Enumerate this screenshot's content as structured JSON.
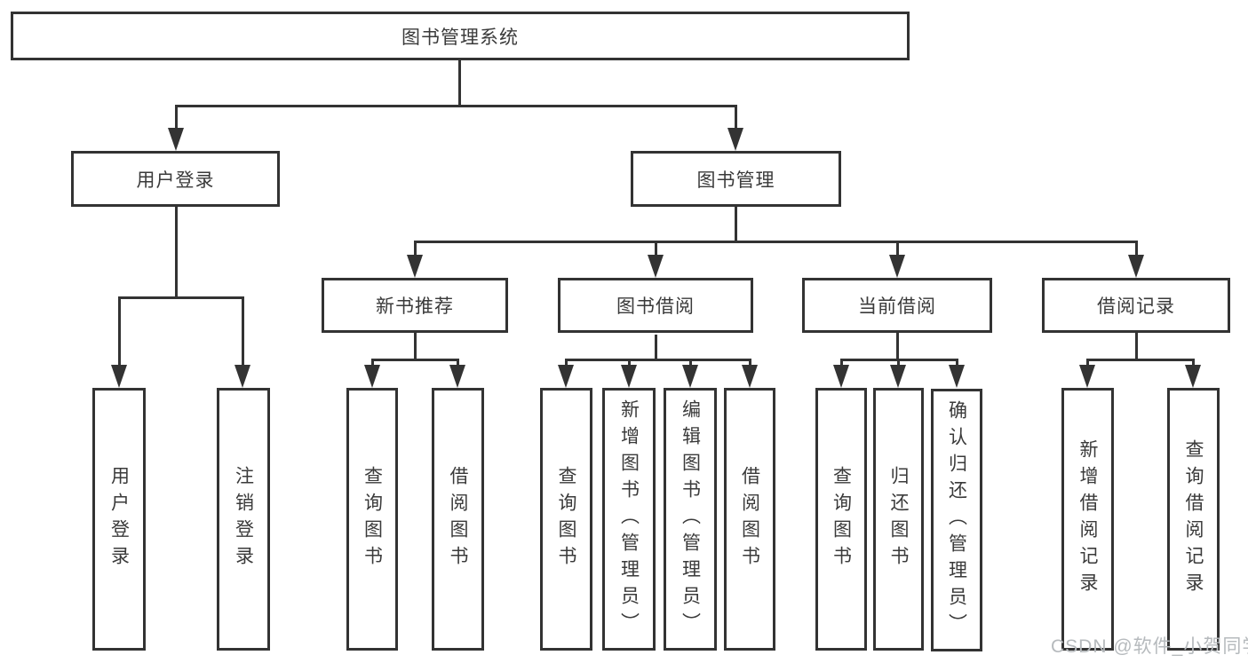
{
  "nodes": {
    "root": "图书管理系统",
    "user_login": "用户登录",
    "book_mgmt": "图书管理",
    "new_book_rec": "新书推荐",
    "book_borrow": "图书借阅",
    "current_borrow": "当前借阅",
    "borrow_records": "借阅记录",
    "login": "用户登录",
    "logout": "注销登录",
    "rec_query_books": "查询图书",
    "rec_borrow_books": "借阅图书",
    "bb_query_books": "查询图书",
    "bb_add_books": "新增图书（管理员）",
    "bb_edit_books": "编辑图书（管理员）",
    "bb_borrow_books": "借阅图书",
    "cb_query_books": "查询图书",
    "cb_return_books": "归还图书",
    "cb_confirm_return": "确认归还（管理员）",
    "br_add_record": "新增借阅记录",
    "br_query_record": "查询借阅记录"
  },
  "watermark": "CSDN @软件_小贺同学",
  "colors": {
    "line": "#333333",
    "text": "#3a3a3a",
    "background": "#ffffff",
    "watermark": "#b6babd"
  }
}
